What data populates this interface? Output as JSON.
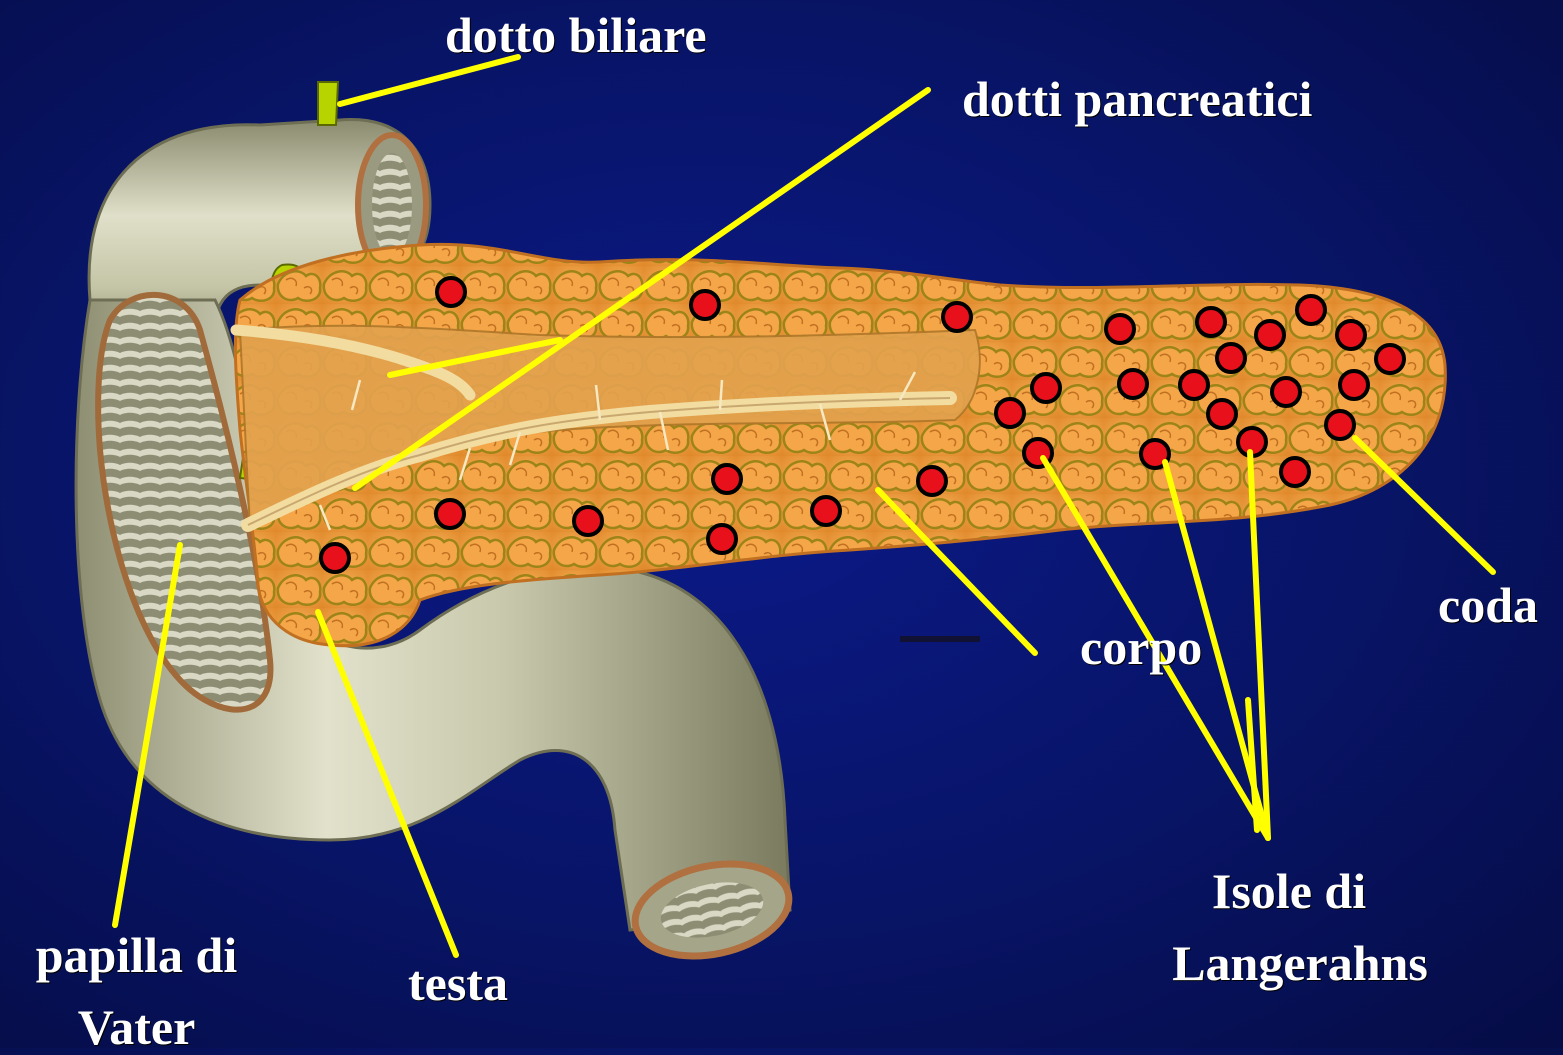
{
  "labels": {
    "bile_duct": "dotto biliare",
    "pancreatic_ducts": "dotti pancreatici",
    "tail": "coda",
    "body": "corpo",
    "islets_line1": "Isole di",
    "islets_line2": "Langerahns",
    "head": "testa",
    "papilla_line1": "papilla di",
    "papilla_line2": "Vater"
  },
  "colors": {
    "background": "#081466",
    "leader_line": "#ffff00",
    "pancreas": "#f0a040",
    "pancreas_lobule_edge": "#8a7a10",
    "islet_fill": "#e8101a",
    "islet_stroke": "#000000",
    "duodenum": "#c9c9a8",
    "duct": "#f2dca0",
    "bile_duct": "#b8d400"
  }
}
